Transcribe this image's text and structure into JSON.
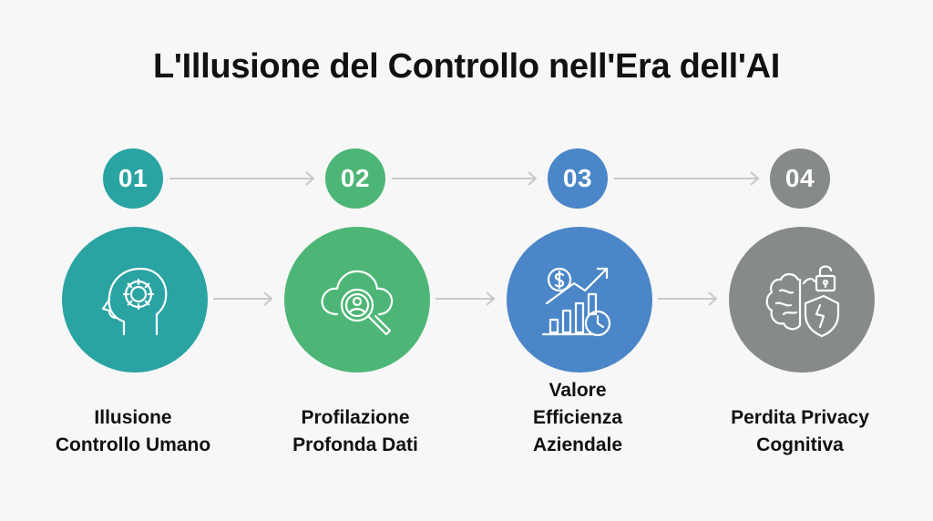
{
  "title": "L'Illusione del Controllo nell'Era dell'AI",
  "steps": [
    {
      "number": "01",
      "label": "Illusione\nControllo Umano",
      "color": "#2aa3a3",
      "icon": "head-gear-icon"
    },
    {
      "number": "02",
      "label": "Profilazione\nProfonda Dati",
      "color": "#4db676",
      "icon": "cloud-search-person-icon"
    },
    {
      "number": "03",
      "label": "Valore\nEfficienza\nAziendale",
      "color": "#4a86c8",
      "icon": "growth-chart-dollar-clock-icon"
    },
    {
      "number": "04",
      "label": "Perdita Privacy\nCognitiva",
      "color": "#868b8a",
      "icon": "brain-lock-shield-icon"
    }
  ],
  "connector_color": "#c9c9c9"
}
